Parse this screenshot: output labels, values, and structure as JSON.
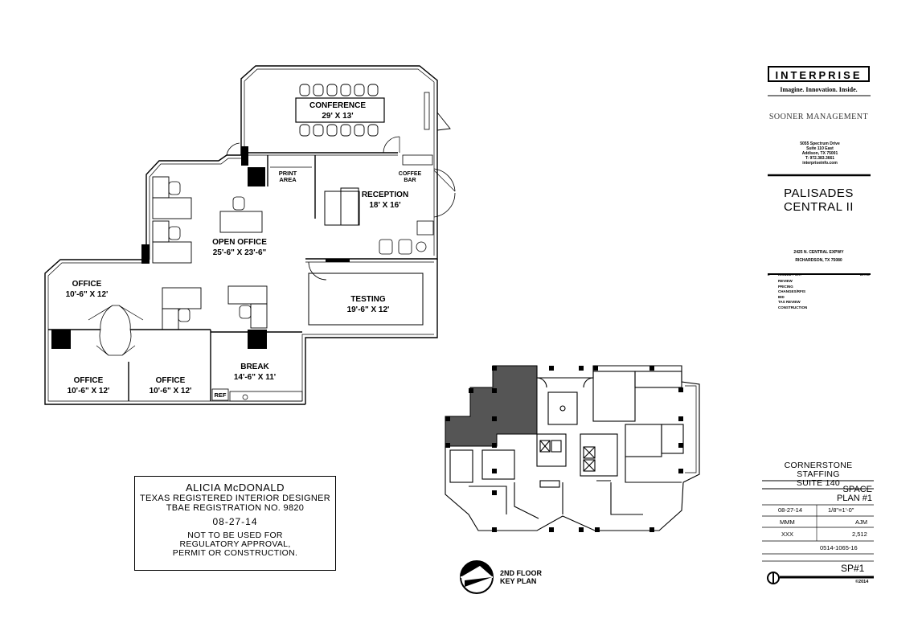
{
  "rooms": {
    "conference": {
      "name": "CONFERENCE",
      "dims": "29' X 13'"
    },
    "reception": {
      "name": "RECEPTION",
      "dims": "18' X 16'"
    },
    "print_area": {
      "line1": "PRINT",
      "line2": "AREA"
    },
    "coffee_bar": {
      "line1": "COFFEE",
      "line2": "BAR"
    },
    "open_office": {
      "name": "OPEN OFFICE",
      "dims": "25'-6\" X 23'-6\""
    },
    "testing": {
      "name": "TESTING",
      "dims": "19'-6\" X 12'"
    },
    "office_top": {
      "name": "OFFICE",
      "dims": "10'-6\" X 12'"
    },
    "office_bottom_left": {
      "name": "OFFICE",
      "dims": "10'-6\" X 12'"
    },
    "office_bottom_mid": {
      "name": "OFFICE",
      "dims": "10'-6\" X 12'"
    },
    "break": {
      "name": "BREAK",
      "dims": "14'-6\" X 11'"
    },
    "ref": "REF"
  },
  "stamp": {
    "name": "ALICIA McDONALD",
    "line2": "TEXAS REGISTERED INTERIOR DESIGNER",
    "line3": "TBAE REGISTRATION NO. 9820",
    "date": "08-27-14",
    "note1": "NOT TO BE USED FOR",
    "note2": "REGULATORY APPROVAL,",
    "note3": "PERMIT OR CONSTRUCTION."
  },
  "keyplan": {
    "line1": "2ND FLOOR",
    "line2": "KEY PLAN"
  },
  "title_block": {
    "logo": "INTERPRISE",
    "tagline": "Imagine. Innovation. Inside.",
    "sooner": "SOONER MANAGEMENT",
    "office_address": [
      "5055 Spectrum Drive",
      "Suite 110 East",
      "Addison, TX 75001",
      "T: 972.383.3661",
      "interpriseinfo.com"
    ],
    "project_line1": "PALISADES",
    "project_line2": "CENTRAL II",
    "street_line1": "2425 N. CENTRAL EXPWY",
    "street_line2": "RICHARDSON, TX 75080",
    "rev_header_left": "IP",
    "rev_header_mid": "ISSUED FOR:",
    "rev_header_right": "DATE",
    "revisions": [
      "REVIEW",
      "PRICING",
      "CHANGES/RFIS",
      "BID",
      "TAS REVIEW",
      "CONSTRUCTION"
    ],
    "client_line1": "CORNERSTONE STAFFING",
    "client_line2": "SUITE 140",
    "sheet_title_line1": "SPACE",
    "sheet_title_line2": "PLAN #1",
    "date": "08-27-14",
    "scale": "1/8\"=1'-0\"",
    "drawn": "MMM",
    "checked": "AJM",
    "count_left": "XXX",
    "area": "2,512",
    "job_no": "0514-1065-16",
    "sheet_no": "SP#1",
    "copyright": "©2014"
  },
  "colors": {
    "ink": "#000000",
    "shade": "#555555",
    "paper": "#ffffff"
  }
}
